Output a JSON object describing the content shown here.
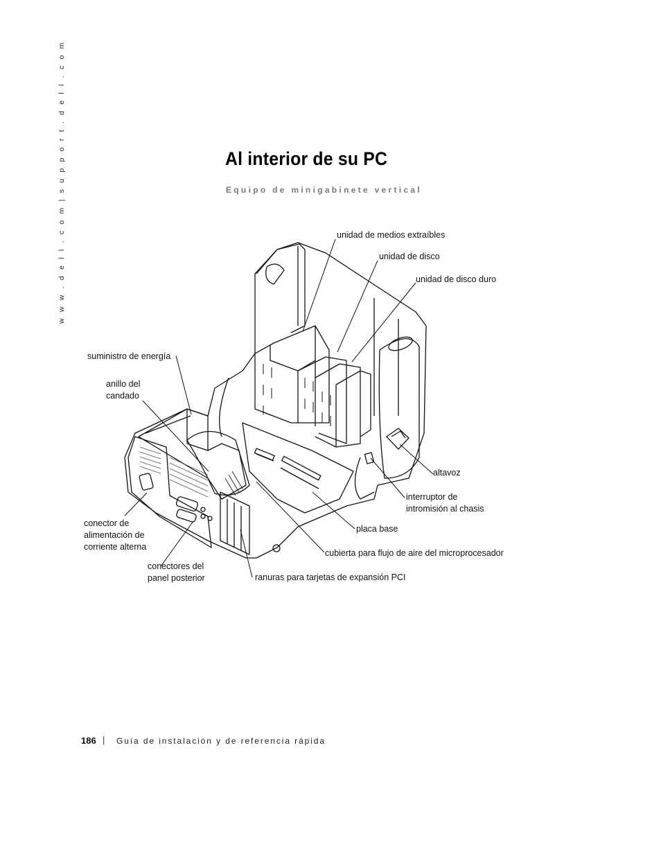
{
  "side_url": "w w w . d e l l . c o m   |   s u p p o r t . d e l l . c o m",
  "title": "Al interior de su PC",
  "subtitle": "Equipo de minigabinete vertical",
  "labels": {
    "removable_media": "unidad de medios extraíbles",
    "disk_drive": "unidad de disco",
    "hard_drive": "unidad de disco duro",
    "power_supply": "suministro de energía",
    "padlock_ring_1": "anillo del",
    "padlock_ring_2": "candado",
    "speaker": "altavoz",
    "intrusion_switch_1": "interruptor de",
    "intrusion_switch_2": "intromisión al chasis",
    "ac_connector_1": "conector de",
    "ac_connector_2": "alimentación de",
    "ac_connector_3": "corriente alterna",
    "system_board": "placa base",
    "airflow_shroud": "cubierta para flujo de aire del microprocesador",
    "back_panel_1": "conectores del",
    "back_panel_2": "panel posterior",
    "pci_slots": "ranuras para tarjetas de expansión PCI"
  },
  "footer": {
    "page_number": "186",
    "separator": "|",
    "guide_title": "Guía de instalación y de referencia rápida"
  }
}
